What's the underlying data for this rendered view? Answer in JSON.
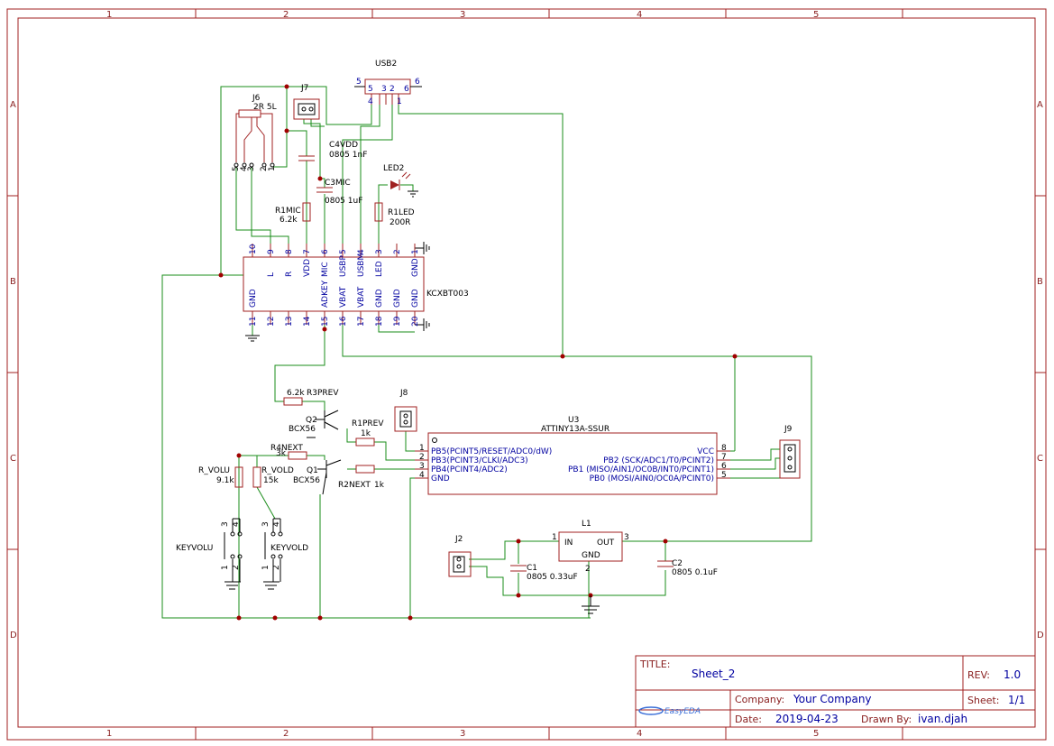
{
  "title_block": {
    "title_label": "TITLE:",
    "title_value": "Sheet_2",
    "rev_label": "REV:",
    "rev_value": "1.0",
    "company_label": "Company:",
    "company_value": "Your Company",
    "sheet_label": "Sheet:",
    "sheet_value": "1/1",
    "date_label": "Date:",
    "date_value": "2019-04-23",
    "drawn_label": "Drawn By:",
    "drawn_value": "ivan.djah",
    "logo_text": "EasyEDA"
  },
  "grid": {
    "columns": [
      "1",
      "2",
      "3",
      "4",
      "5"
    ],
    "rows": [
      "A",
      "B",
      "C",
      "D"
    ]
  },
  "components": {
    "usb2": {
      "ref": "USB2",
      "pins": [
        "5",
        "4",
        "3",
        "2",
        "1",
        "6"
      ]
    },
    "j7": {
      "ref": "J7"
    },
    "j6": {
      "ref": "J6",
      "value": "2R 5L",
      "pins": [
        "5",
        "4",
        "3",
        "2",
        "1"
      ]
    },
    "c4vdd": {
      "ref": "C4VDD",
      "value": "0805 1nF"
    },
    "c3mic": {
      "ref": "C3MIC",
      "value": "0805 1uF"
    },
    "r1mic": {
      "ref": "R1MIC",
      "value": "6.2k"
    },
    "led2": {
      "ref": "LED2"
    },
    "r1led": {
      "ref": "R1LED",
      "value": "200R"
    },
    "kcx": {
      "ref": "KCXBT003",
      "top_pin_numbers": [
        "10",
        "9",
        "8",
        "7",
        "6",
        "5",
        "4",
        "3",
        "2",
        "1"
      ],
      "top_pin_names": [
        "",
        "L",
        "R",
        "VDD",
        "MIC",
        "USBP",
        "USBM",
        "LED",
        "",
        "GND"
      ],
      "bottom_pin_numbers": [
        "11",
        "12",
        "13",
        "14",
        "15",
        "16",
        "17",
        "18",
        "19",
        "20"
      ],
      "bottom_pin_names": [
        "GND",
        "",
        "",
        "",
        "ADKEY",
        "VBAT",
        "VBAT",
        "GND",
        "GND",
        "GND"
      ]
    },
    "r3prev": {
      "ref": "R3PREV",
      "value": "6.2k"
    },
    "j8": {
      "ref": "J8"
    },
    "q2": {
      "ref": "Q2",
      "value": "BCX56"
    },
    "r1prev": {
      "ref": "R1PREV",
      "value": "1k"
    },
    "r4next": {
      "ref": "R4NEXT",
      "value": "3k"
    },
    "q1": {
      "ref": "Q1",
      "value": "BCX56"
    },
    "r2next": {
      "ref": "R2NEXT",
      "value": "1k"
    },
    "r_volu": {
      "ref": "R_VOLU",
      "value": "9.1k"
    },
    "r_vold": {
      "ref": "R_VOLD",
      "value": "15k"
    },
    "keyvolu": {
      "ref": "KEYVOLU",
      "pins": [
        "3",
        "4",
        "1",
        "2"
      ]
    },
    "keyvold": {
      "ref": "KEYVOLD",
      "pins": [
        "3",
        "4",
        "1",
        "2"
      ]
    },
    "u3": {
      "ref": "U3",
      "value": "ATTINY13A-SSUR",
      "left_pins": [
        {
          "num": "1",
          "name": "PB5(PCINT5/RESET/ADC0/dW)"
        },
        {
          "num": "2",
          "name": "PB3(PCINT3/CLKI/ADC3)"
        },
        {
          "num": "3",
          "name": "PB4(PCINT4/ADC2)"
        },
        {
          "num": "4",
          "name": "GND"
        }
      ],
      "right_pins": [
        {
          "num": "8",
          "name": "VCC"
        },
        {
          "num": "7",
          "name": "PB2 (SCK/ADC1/T0/PCINT2)"
        },
        {
          "num": "6",
          "name": "PB1 (MISO/AIN1/OC0B/INT0/PCINT1)"
        },
        {
          "num": "5",
          "name": "PB0 (MOSI/AIN0/OC0A/PCINT0)"
        }
      ]
    },
    "j9": {
      "ref": "J9"
    },
    "j2": {
      "ref": "J2"
    },
    "l1": {
      "ref": "L1",
      "in": "IN",
      "out": "OUT",
      "gnd": "GND",
      "pins": [
        "1",
        "3",
        "2"
      ]
    },
    "c1": {
      "ref": "C1",
      "value": "0805 0.33uF"
    },
    "c2": {
      "ref": "C2",
      "value": "0805 0.1uF"
    }
  }
}
